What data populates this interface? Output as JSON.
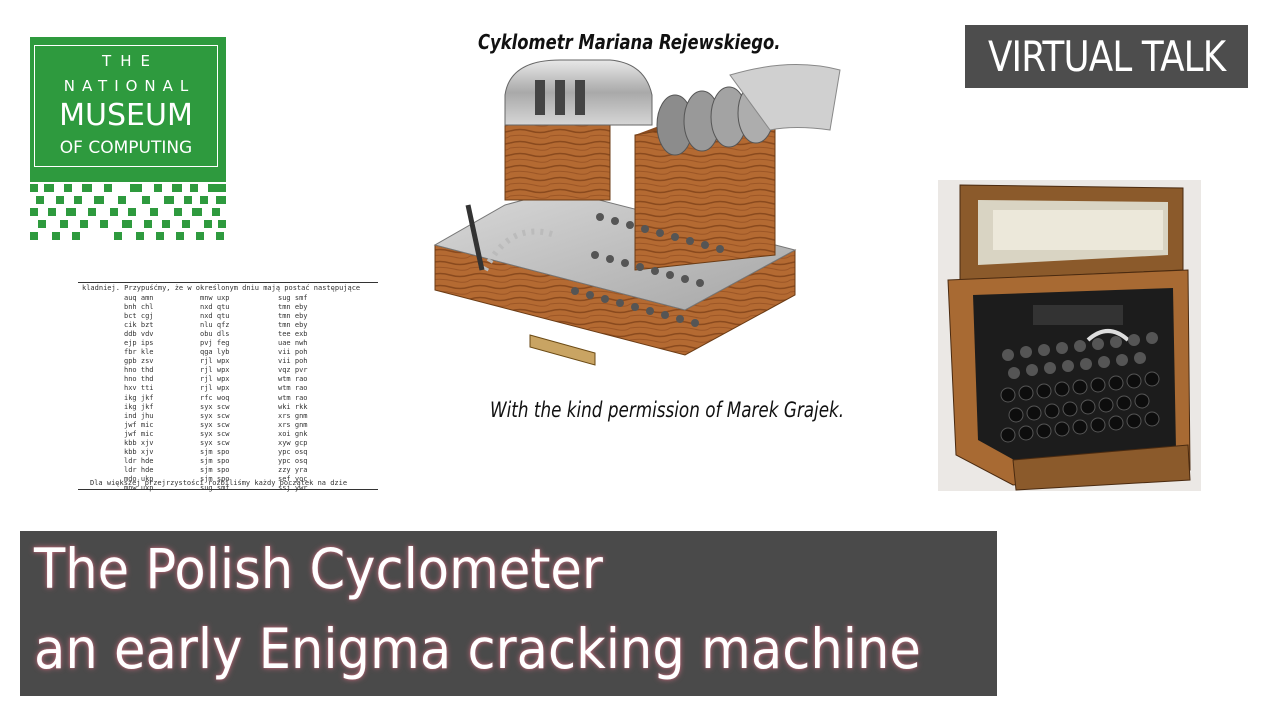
{
  "logo": {
    "line1": "THE",
    "line2": "NATIONAL",
    "line3": "MUSEUM",
    "line4": "OF COMPUTING",
    "color": "#2e9a3e"
  },
  "badge": {
    "label": "VIRTUAL TALK",
    "color": "#4d4d4d"
  },
  "cyclometer": {
    "caption": "Cyklometr Mariana Rejewskiego.",
    "credit": "With the kind permission of Marek Grajek."
  },
  "document": {
    "header": "kladniej. Przypuśćmy, że w określonym dniu mają postać następujące",
    "col1": [
      "auq amn",
      "bnh chl",
      "bct cgj",
      "cik bzt",
      "ddb vdv",
      "ejp ips",
      "fbr kle",
      "gpb zsv",
      "hno thd",
      "hno thd",
      "hxv tti",
      "ikg jkf",
      "ikg jkf",
      "ind jhu",
      "jwf mic",
      "jwf mic",
      "kbb xjv",
      "kbb xjv",
      "ldr hde",
      "ldr hde",
      "mdo ukp",
      "mnw uxp"
    ],
    "col2": [
      "mnw uxp",
      "nxd qtu",
      "nxd qtu",
      "nlu qfz",
      "obu dls",
      "pvj feg",
      "qga lyb",
      "rjl wpx",
      "rjl wpx",
      "rjl wpx",
      "rjl wpx",
      "rfc woq",
      "syx scw",
      "syx scw",
      "syx scw",
      "syx scw",
      "syx scw",
      "sjm spo",
      "sjm spo",
      "sjm spo",
      "sjm spo",
      "sug smf"
    ],
    "col3": [
      "sug smf",
      "tmn eby",
      "tmn eby",
      "tmn eby",
      "tee exb",
      "uae nwh",
      "vii poh",
      "vii poh",
      "vqz pvr",
      "wtm rao",
      "wtm rao",
      "wtm rao",
      "wki rkk",
      "xrs gnm",
      "xrs gnm",
      "xoi gnk",
      "xyw gcp",
      "ypc osq",
      "ypc osq",
      "zzy yra",
      "sef yoc",
      "ssj ywr"
    ],
    "footer": "Dla większej przejrzystości rozbiliśmy każdy początek na dzie"
  },
  "title": {
    "line1": "The Polish Cyclometer",
    "line2": "an early Enigma cracking machine",
    "background": "#4a4a4a"
  }
}
